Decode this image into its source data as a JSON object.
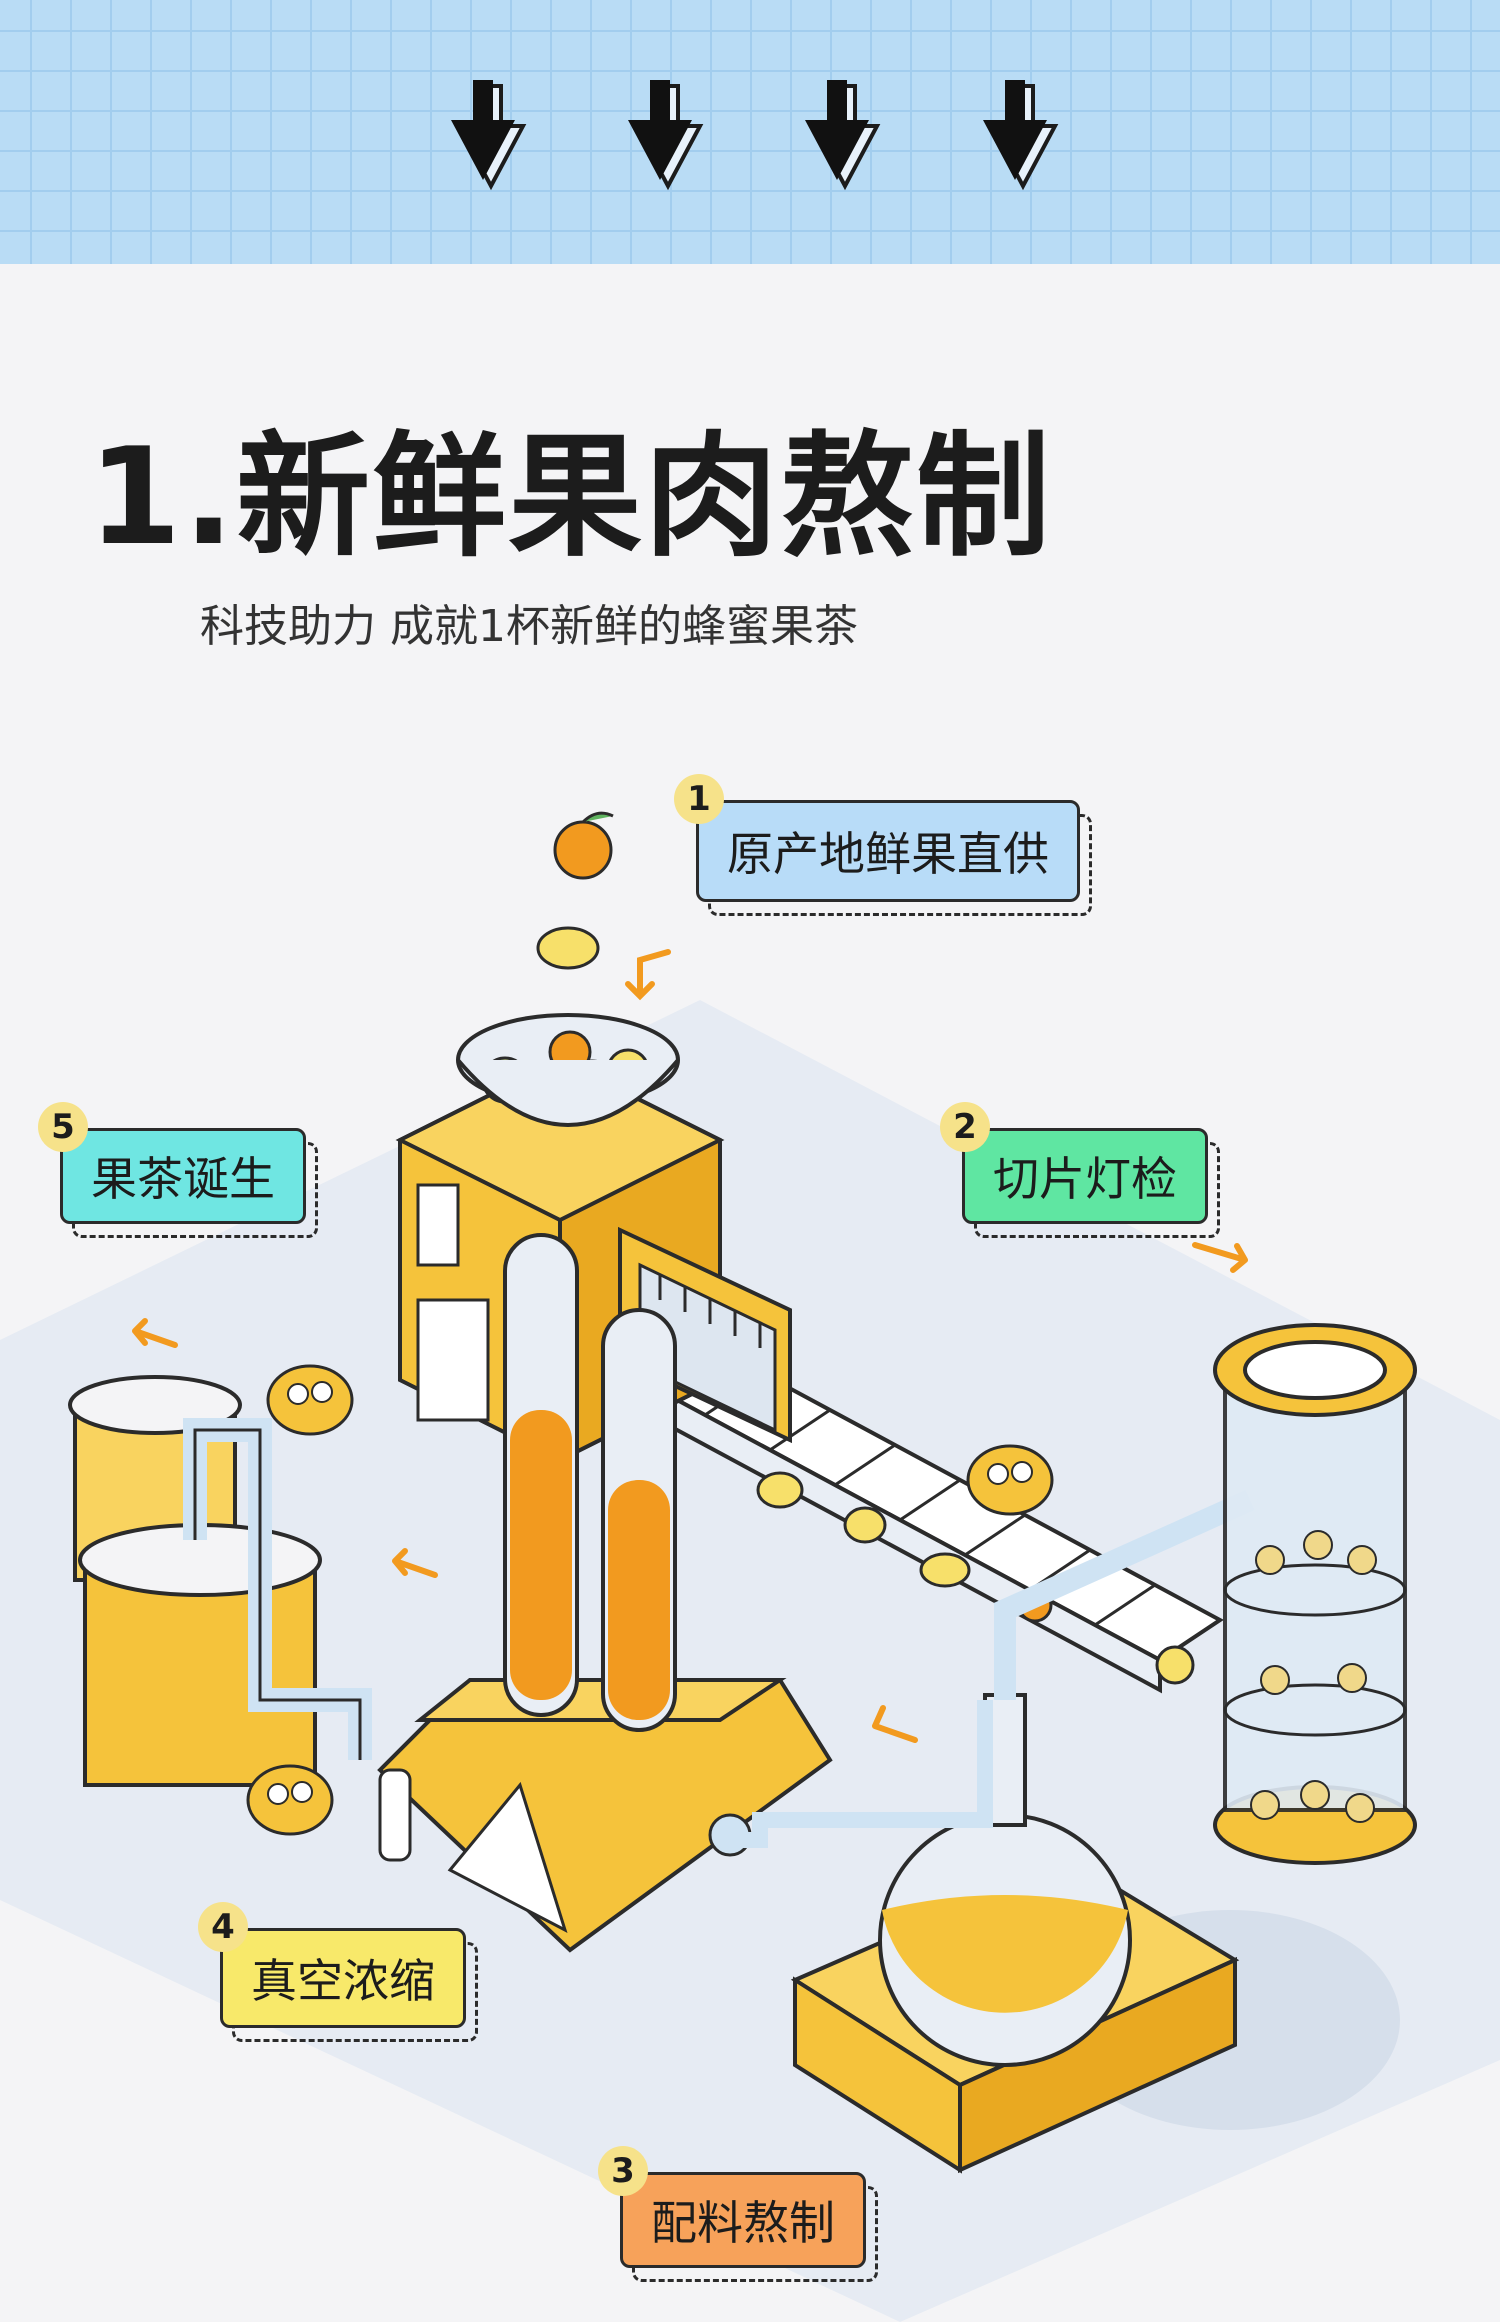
{
  "header": {
    "arrow_icons": [
      "down-arrow-icon",
      "down-arrow-icon",
      "down-arrow-icon",
      "down-arrow-icon"
    ],
    "band_color": "#b9dcf5"
  },
  "section": {
    "title": "1.新鲜果肉熬制",
    "subtitle": "科技助力 成就1杯新鲜的蜂蜜果茶"
  },
  "steps": [
    {
      "num": "1",
      "label": "原产地鲜果直供",
      "color": "#b8dcf8"
    },
    {
      "num": "2",
      "label": "切片灯检",
      "color": "#5fe6a2"
    },
    {
      "num": "3",
      "label": "配料熬制",
      "color": "#f7a25a"
    },
    {
      "num": "4",
      "label": "真空浓缩",
      "color": "#f8e96a"
    },
    {
      "num": "5",
      "label": "果茶诞生",
      "color": "#6fe6e2"
    }
  ],
  "colors": {
    "machine_yellow": "#f5c33b",
    "juice_orange": "#f29a1f",
    "glass_blue": "#cfe3f3",
    "outline": "#2b2b2b"
  }
}
